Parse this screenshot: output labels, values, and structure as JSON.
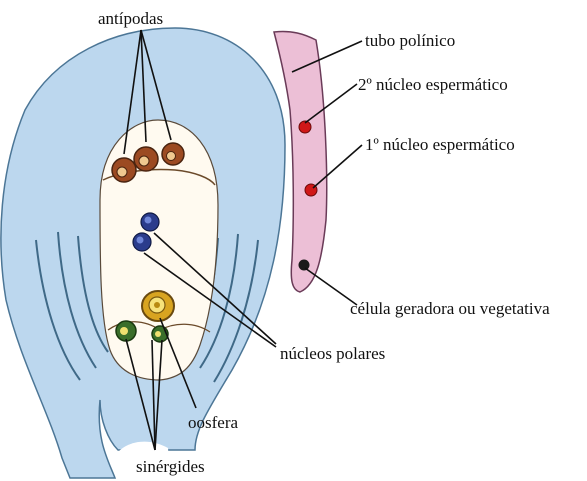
{
  "labels": {
    "antipodas": "antípodas",
    "tubo": "tubo polínico",
    "nucleo2": "2º núcleo espermático",
    "nucleo1": "1º núcleo espermático",
    "celula": "célula geradora ou vegetativa",
    "polares": "núcleos polares",
    "oosfera": "oosfera",
    "sinergides": "sinérgides"
  },
  "colors": {
    "ovule_fill": "#bcd7ee",
    "ovule_stroke": "#4c7696",
    "sac_fill": "#fffaf0",
    "tube_fill": "#ecbfd6",
    "tube_stroke": "#6a3b58",
    "sperm_nucleus": "#d01818",
    "vegetative_nucleus": "#1a1a1a",
    "antipodal": "#9c4a22",
    "polar_nucleus": "#2b3c8c",
    "oosphere": "#d8a420",
    "synergid": "#3a6e2a"
  }
}
